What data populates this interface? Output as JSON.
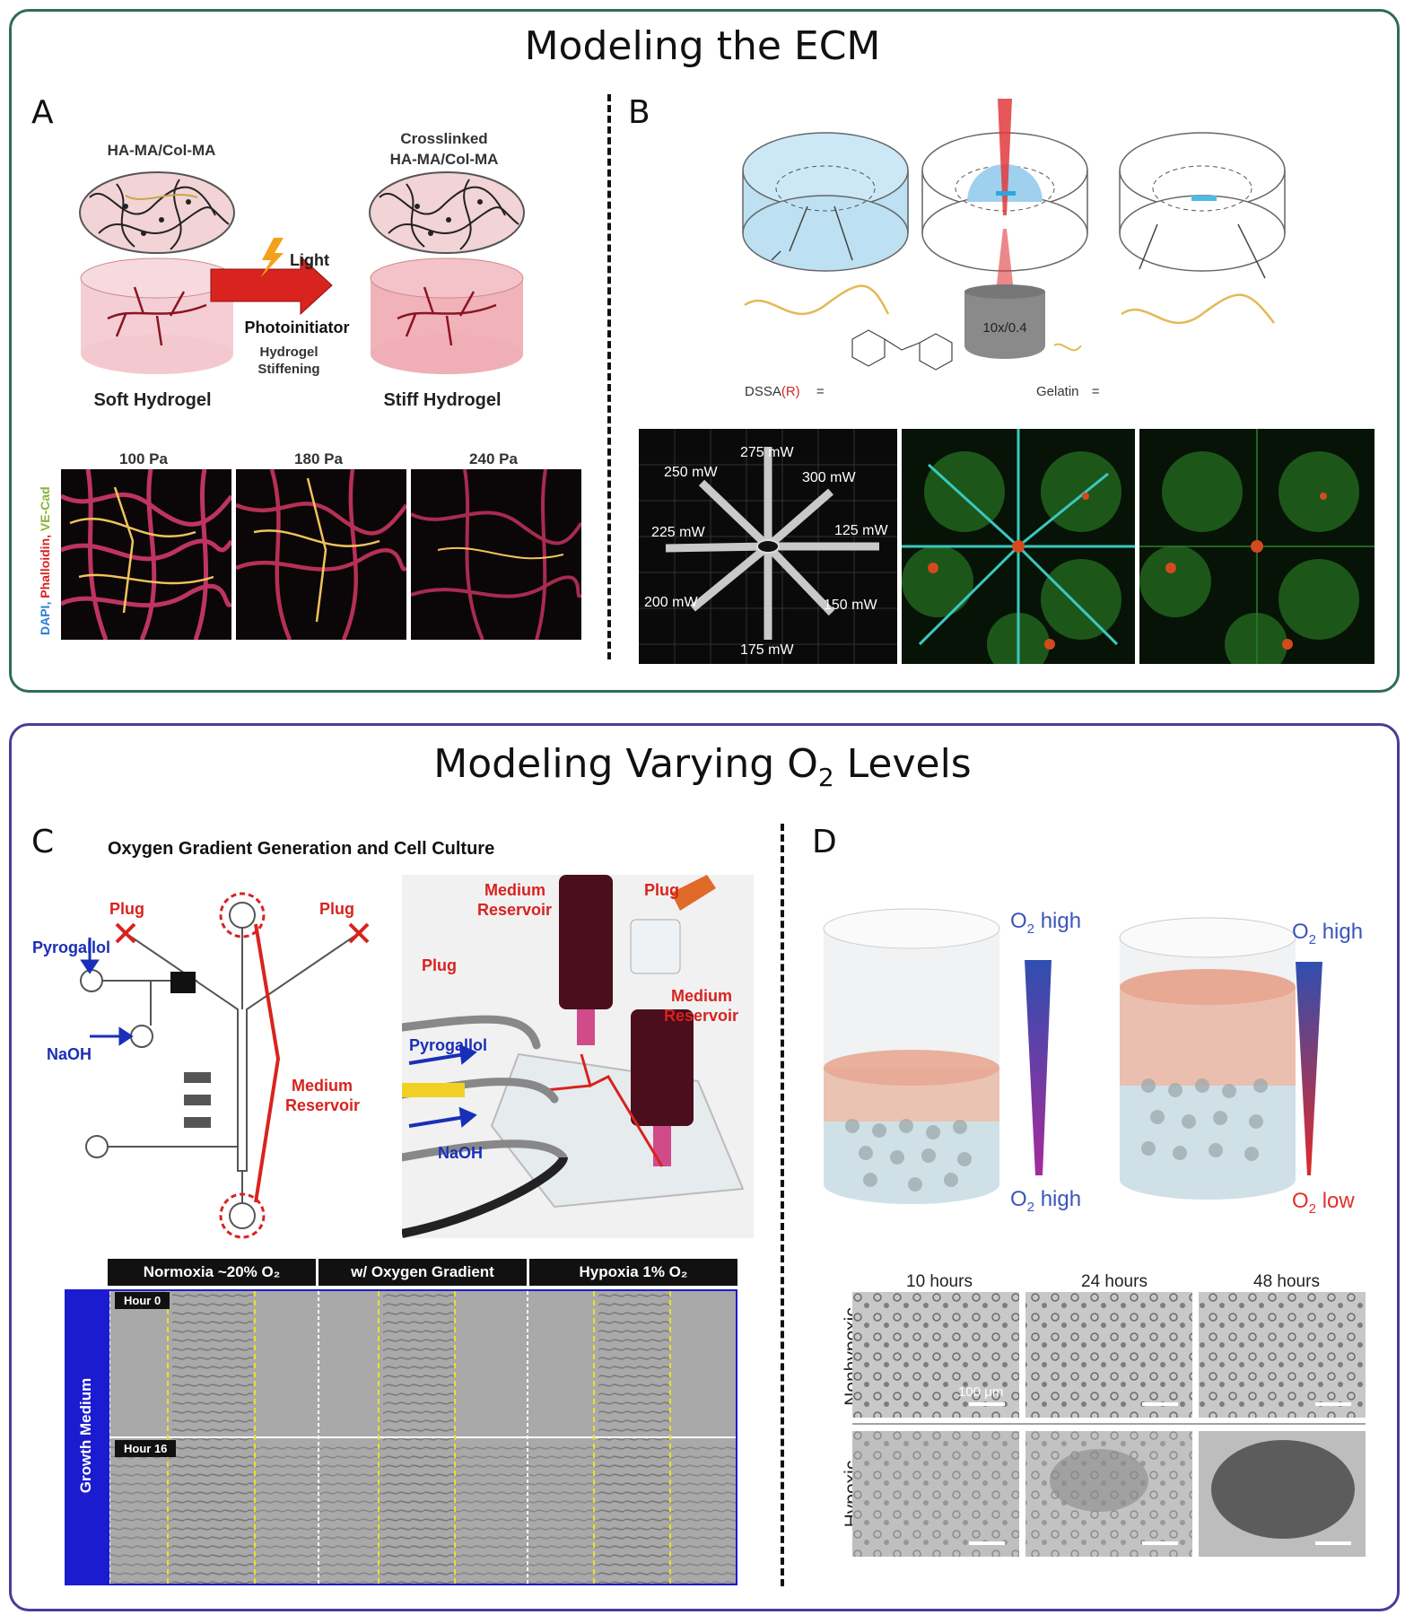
{
  "colors": {
    "top_border": "#2f6d59",
    "bottom_border": "#4b3d96",
    "arrow_red": "#d8231f",
    "blue": "#1a2fb8"
  },
  "top": {
    "title": "Modeling the ECM",
    "panel_a": {
      "label": "A",
      "network_left": "HA-MA/Col-MA",
      "network_right_1": "Crosslinked",
      "network_right_2": "HA-MA/Col-MA",
      "light": "Light",
      "arrow": "Photoinitiator",
      "stiff_1": "Hydrogel",
      "stiff_2": "Stiffening",
      "soft": "Soft Hydrogel",
      "stiff": "Stiff Hydrogel",
      "stain_dapi": "DAPI",
      "stain_phalloidin": "Phalloidin",
      "stain_vecad": "VE-Cad",
      "pressures": [
        "100 Pa",
        "180 Pa",
        "240 Pa"
      ]
    },
    "panel_b": {
      "label": "B",
      "objective": "10x/0.4",
      "dssa": "DSSA",
      "dssa_r": "(R)",
      "equals": "=",
      "gelatin": "Gelatin",
      "powers": {
        "p275": "275 mW",
        "p250": "250 mW",
        "p300": "300 mW",
        "p225": "225 mW",
        "p125": "125 mW",
        "p200": "200 mW",
        "p150": "150 mW",
        "p175": "175 mW"
      }
    }
  },
  "bottom": {
    "title_main": "Modeling Varying O",
    "title_sub": "2",
    "title_end": " Levels",
    "panel_c": {
      "label": "C",
      "heading": "Oxygen Gradient Generation and Cell Culture",
      "plug": "Plug",
      "pyrogallol": "Pyrogallol",
      "naoh": "NaOH",
      "medium_1": "Medium",
      "medium_2": "Reservoir",
      "conditions": [
        "Normoxia ~20% O₂",
        "w/ Oxygen Gradient",
        "Hypoxia 1% O₂"
      ],
      "growth_medium": "Growth Medium",
      "hour0": "Hour 0",
      "hour16": "Hour 16"
    },
    "panel_d": {
      "label": "D",
      "o2": "O",
      "o2_sub": "2",
      "high": "high",
      "low": "low",
      "times": [
        "10 hours",
        "24 hours",
        "48 hours"
      ],
      "nonhypoxic": "Nonhypoxic",
      "hypoxic": "Hypoxic",
      "scale": "100 μm"
    }
  }
}
